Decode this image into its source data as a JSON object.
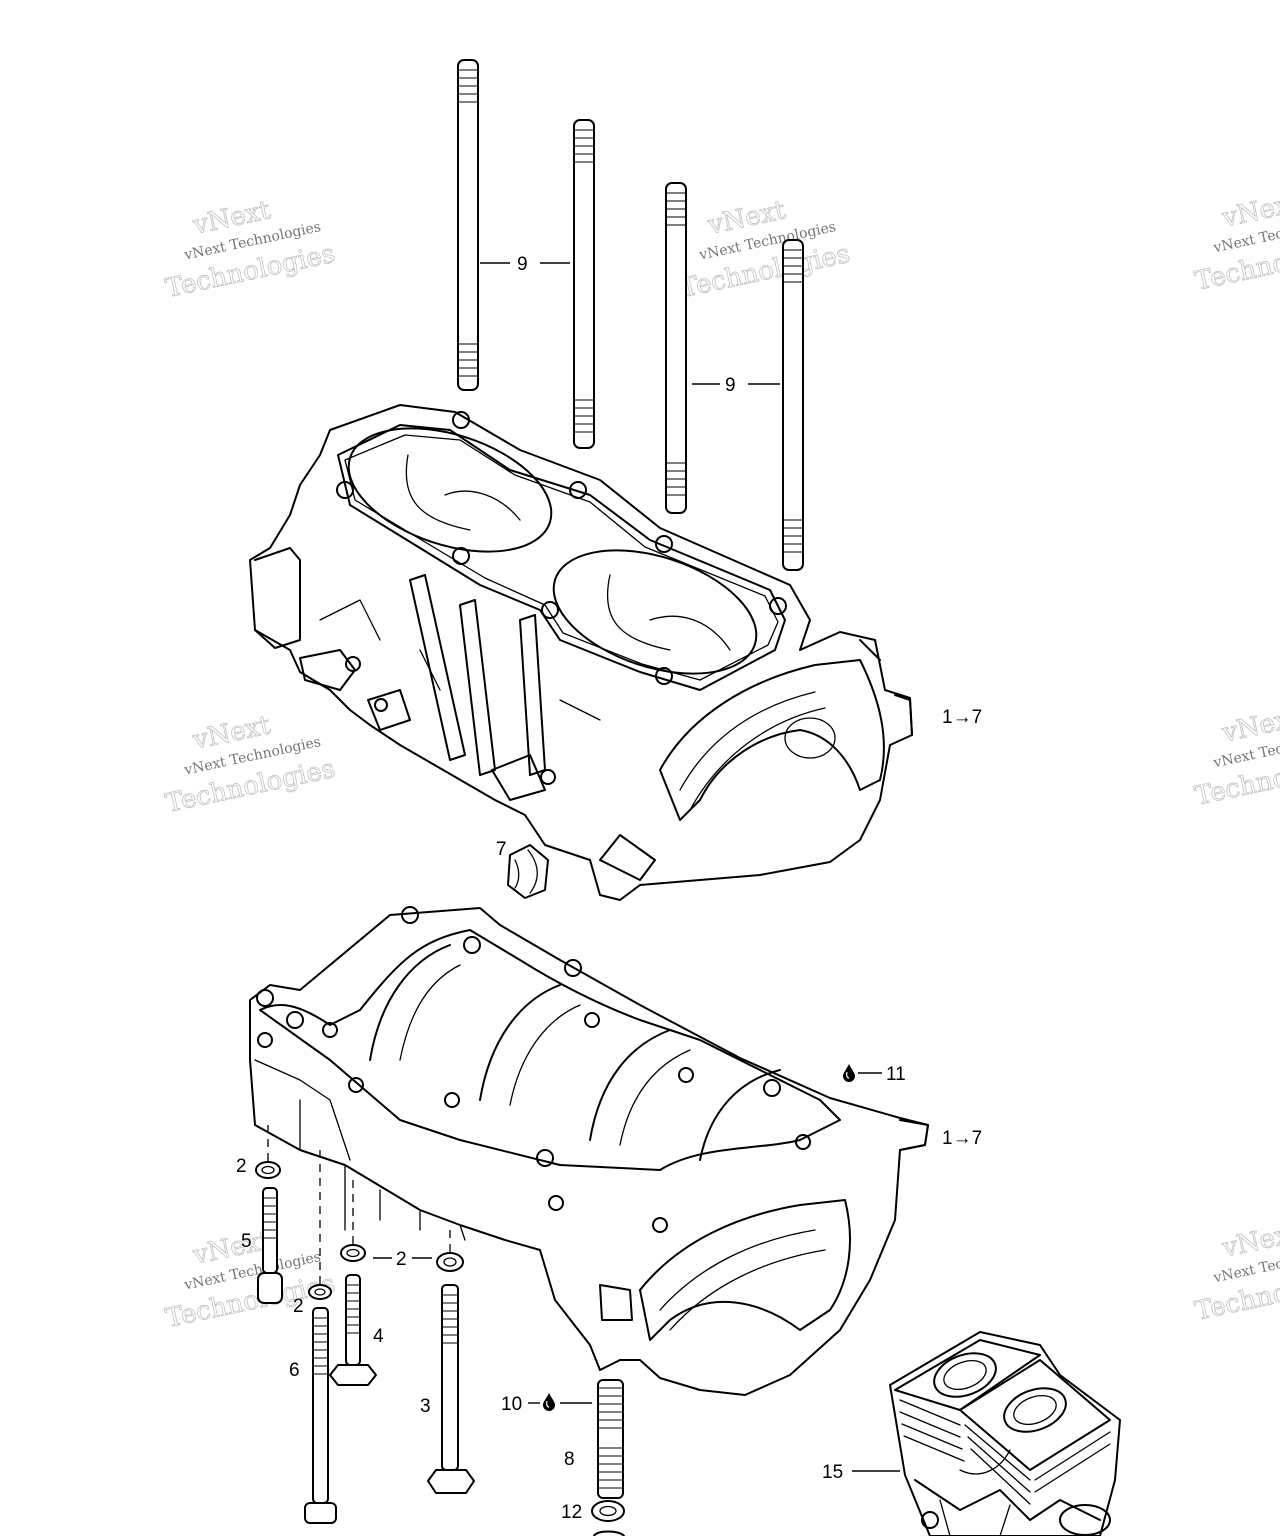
{
  "watermark": {
    "line1": "vNext Technologies",
    "line2": "vNext",
    "line3": "Technologies"
  },
  "callouts": {
    "stud_top": "9",
    "stud_right": "9",
    "upper_assembly": "1→7",
    "seal": "7",
    "sealant_top": "11",
    "lower_assembly": "1→7",
    "washer_left": "2",
    "screw_5": "5",
    "washer_mid": "2",
    "washer_low": "2",
    "bolt_4": "4",
    "screw_6": "6",
    "bolt_3": "3",
    "stud_10": "10",
    "stud_8": "8",
    "washer_12": "12",
    "engine_15": "15"
  },
  "icons": {
    "sealant": "oil-drop-icon"
  }
}
